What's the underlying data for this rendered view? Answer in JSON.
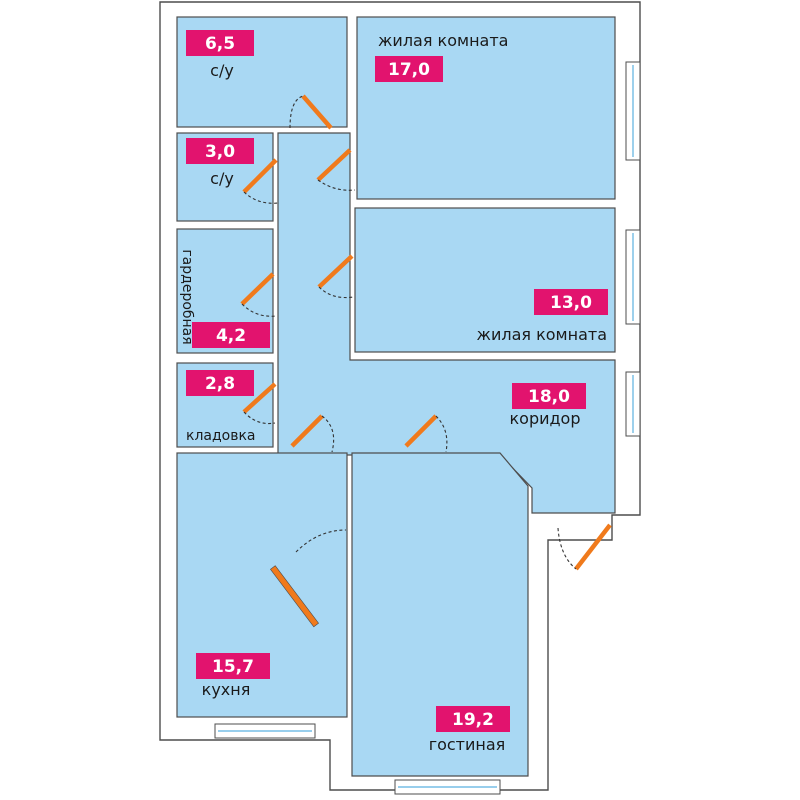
{
  "rooms": {
    "bathroom_1": {
      "area": "6,5",
      "name": "с/у"
    },
    "living_room_1": {
      "area": "17,0",
      "name": "жилая комната"
    },
    "bathroom_2": {
      "area": "3,0",
      "name": "с/у"
    },
    "wardrobe": {
      "area": "4,2",
      "name": "гардеробная"
    },
    "living_room_2": {
      "area": "13,0",
      "name": "жилая комната"
    },
    "storage": {
      "area": "2,8",
      "name": "кладовка"
    },
    "corridor": {
      "area": "18,0",
      "name": "коридор"
    },
    "kitchen": {
      "area": "15,7",
      "name": "кухня"
    },
    "guest_room": {
      "area": "19,2",
      "name": "гостиная"
    }
  },
  "colors": {
    "room_fill": "#a9d8f3",
    "badge": "#e2136e",
    "door": "#f07a1c",
    "wall_outline": "#4d4d4d"
  }
}
